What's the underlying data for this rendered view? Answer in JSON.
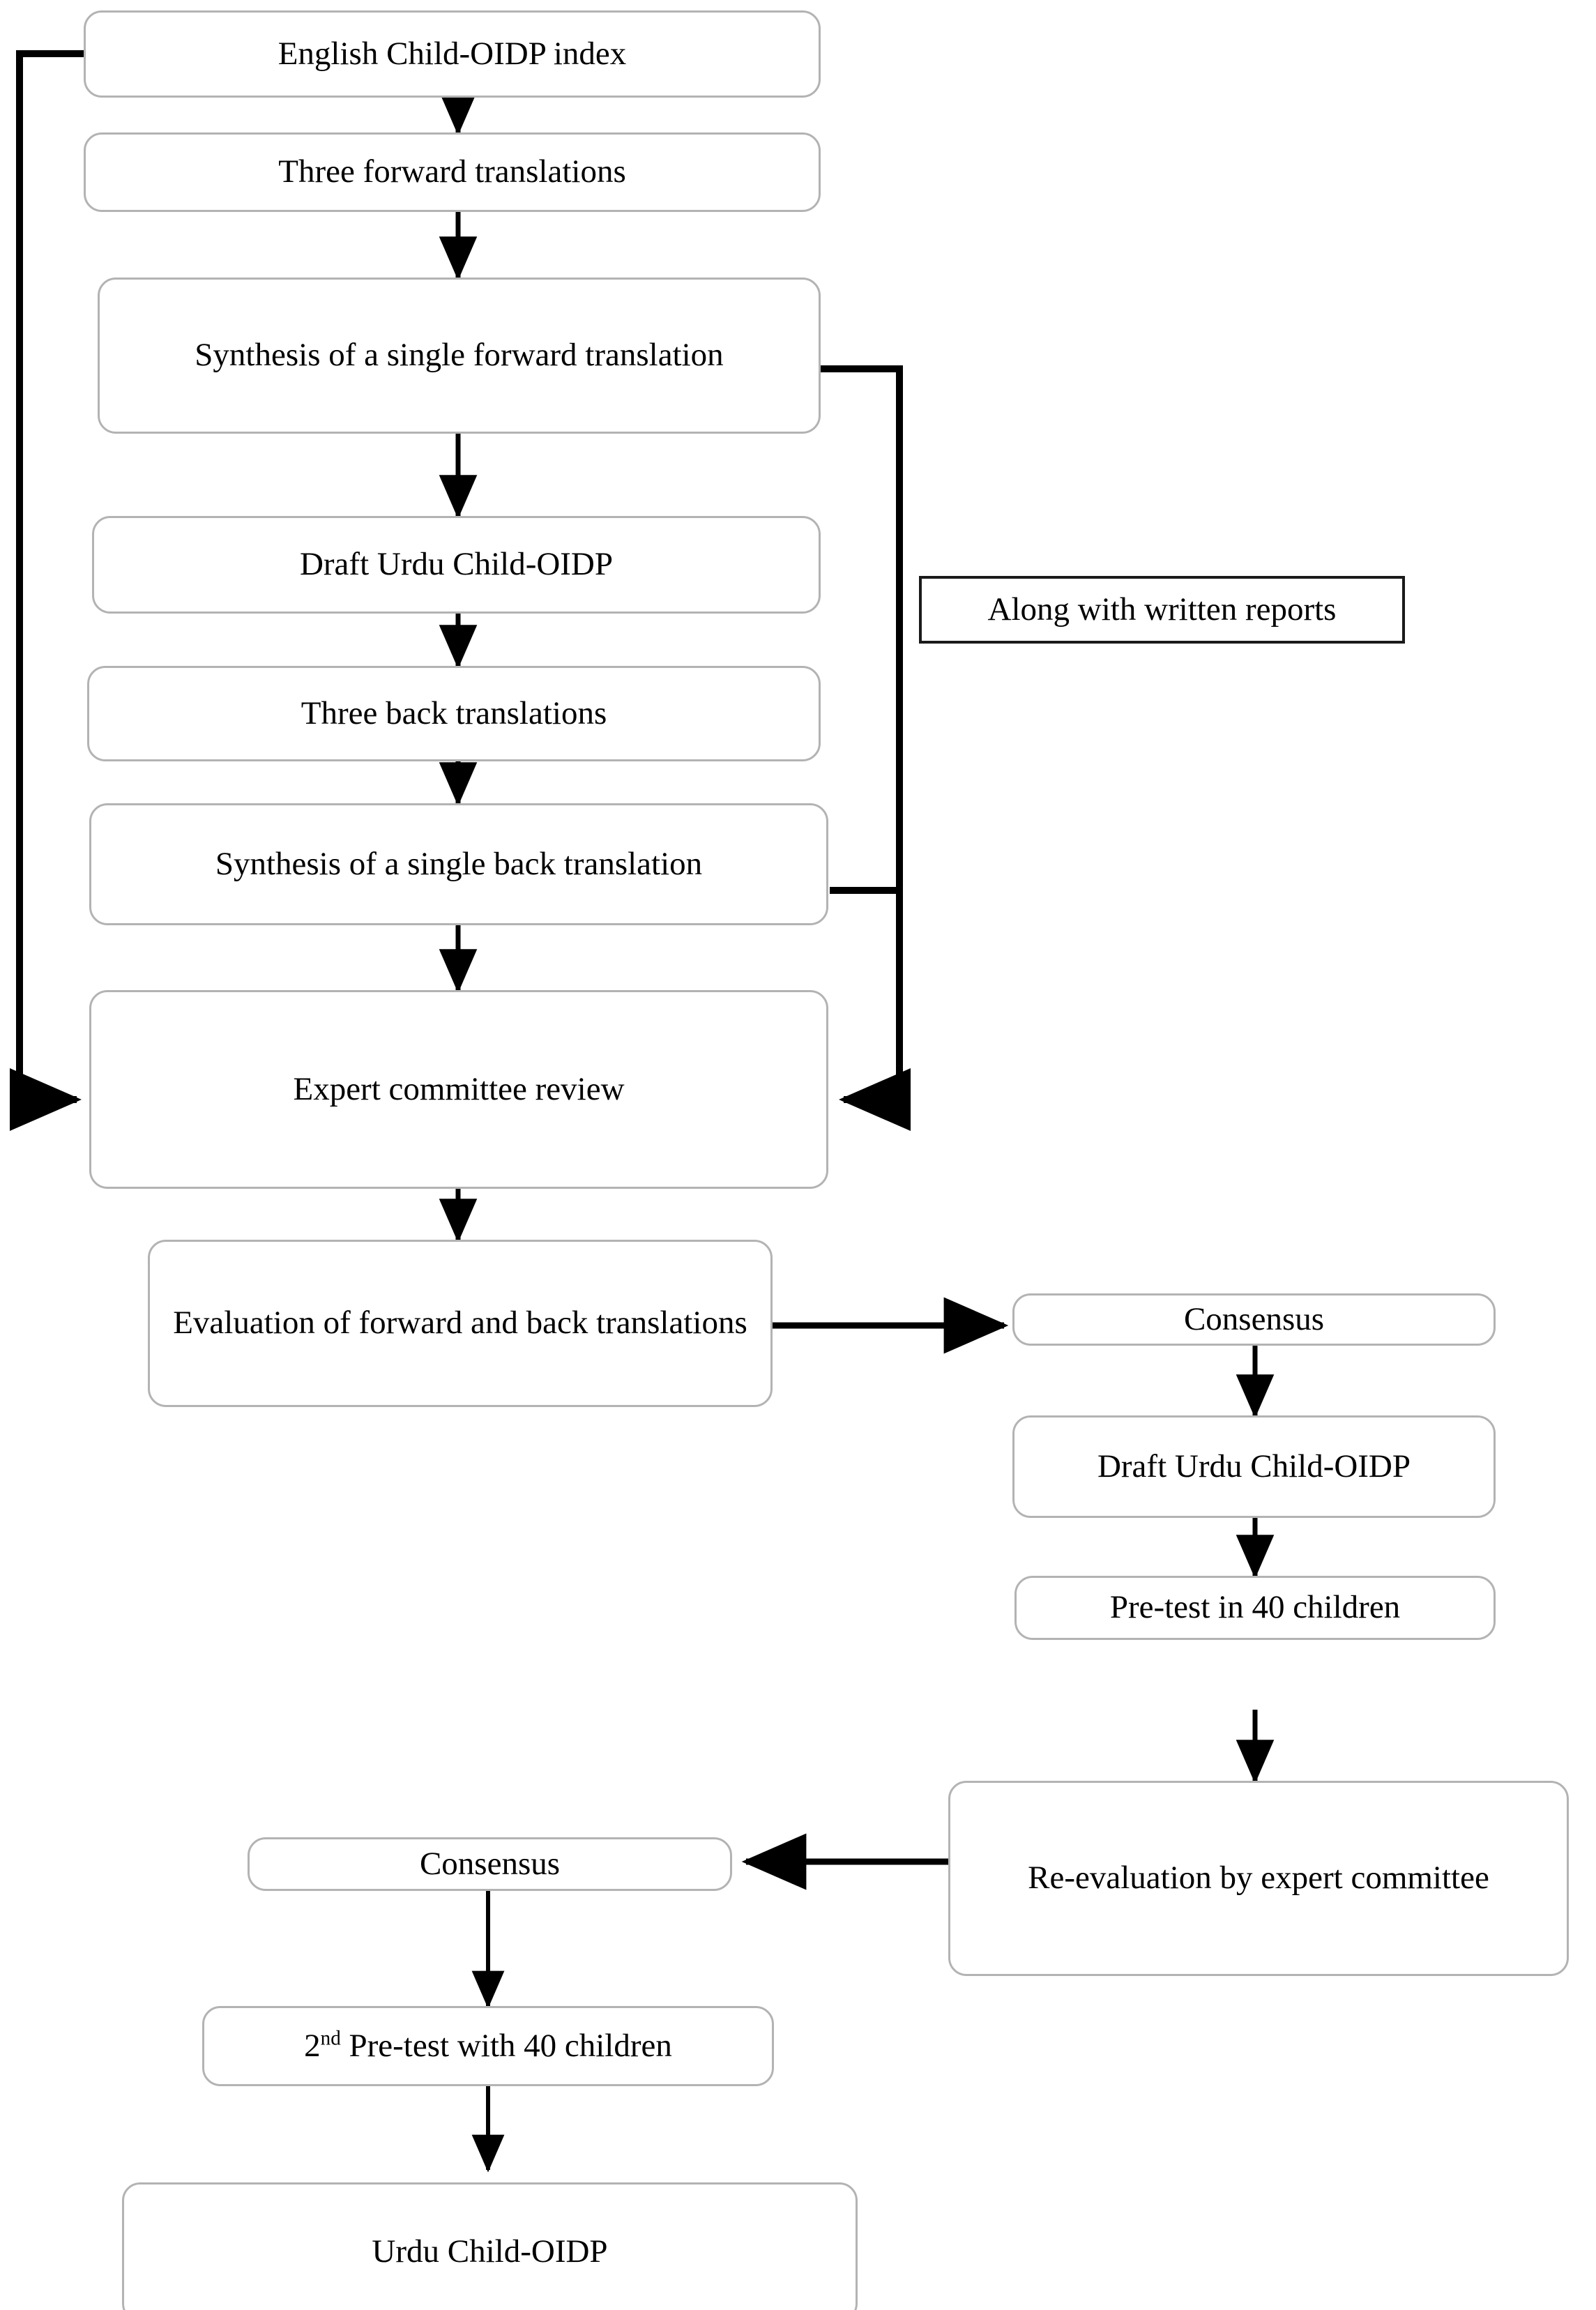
{
  "diagram": {
    "title": "Urdu Child-OIDP cross-cultural translation and adaptation flowchart",
    "colors": {
      "node_border": "#b3b3b3",
      "note_border": "#1a1a1a",
      "edge": "#000000",
      "background": "#ffffff",
      "text": "#000000"
    },
    "nodes": {
      "english_index": "English Child-OIDP index",
      "three_forward": "Three forward translations",
      "synthesis_forward": "Synthesis of a single forward translation",
      "draft_urdu_1": "Draft Urdu Child-OIDP",
      "three_back": "Three back translations",
      "synthesis_back": "Synthesis of a single back translation",
      "expert_review": "Expert committee review",
      "evaluation": "Evaluation of forward and back translations",
      "note_reports": "Along with written reports",
      "consensus_1": "Consensus",
      "draft_urdu_2": "Draft Urdu Child-OIDP",
      "pretest_1": "Pre-test in 40 children",
      "reevaluation": "Re-evaluation by expert committee",
      "consensus_2": "Consensus",
      "pretest_2_prefix": "2",
      "pretest_2_sup": "nd",
      "pretest_2_rest": " Pre-test with 40 children",
      "final_urdu": "Urdu Child-OIDP"
    },
    "edges": [
      {
        "from": "english_index",
        "to": "three_forward",
        "kind": "arrow-down"
      },
      {
        "from": "three_forward",
        "to": "synthesis_forward",
        "kind": "arrow-down"
      },
      {
        "from": "synthesis_forward",
        "to": "draft_urdu_1",
        "kind": "arrow-down"
      },
      {
        "from": "draft_urdu_1",
        "to": "three_back",
        "kind": "arrow-down"
      },
      {
        "from": "three_back",
        "to": "synthesis_back",
        "kind": "arrow-down"
      },
      {
        "from": "synthesis_back",
        "to": "expert_review",
        "kind": "arrow-down"
      },
      {
        "from": "expert_review",
        "to": "evaluation",
        "kind": "arrow-down"
      },
      {
        "from": "english_index",
        "to": "expert_review",
        "kind": "elbow-left-feedback"
      },
      {
        "from": "synthesis_forward",
        "to": "expert_review",
        "kind": "elbow-right"
      },
      {
        "from": "synthesis_back",
        "to": "expert_review",
        "kind": "elbow-right"
      },
      {
        "from": "evaluation",
        "to": "consensus_1",
        "kind": "arrow-right"
      },
      {
        "from": "consensus_1",
        "to": "draft_urdu_2",
        "kind": "arrow-down"
      },
      {
        "from": "draft_urdu_2",
        "to": "pretest_1",
        "kind": "arrow-down"
      },
      {
        "from": "pretest_1",
        "to": "reevaluation",
        "kind": "arrow-down"
      },
      {
        "from": "reevaluation",
        "to": "consensus_2",
        "kind": "arrow-left"
      },
      {
        "from": "consensus_2",
        "to": "pretest_2",
        "kind": "arrow-down"
      },
      {
        "from": "pretest_2",
        "to": "final_urdu",
        "kind": "arrow-down"
      }
    ]
  }
}
